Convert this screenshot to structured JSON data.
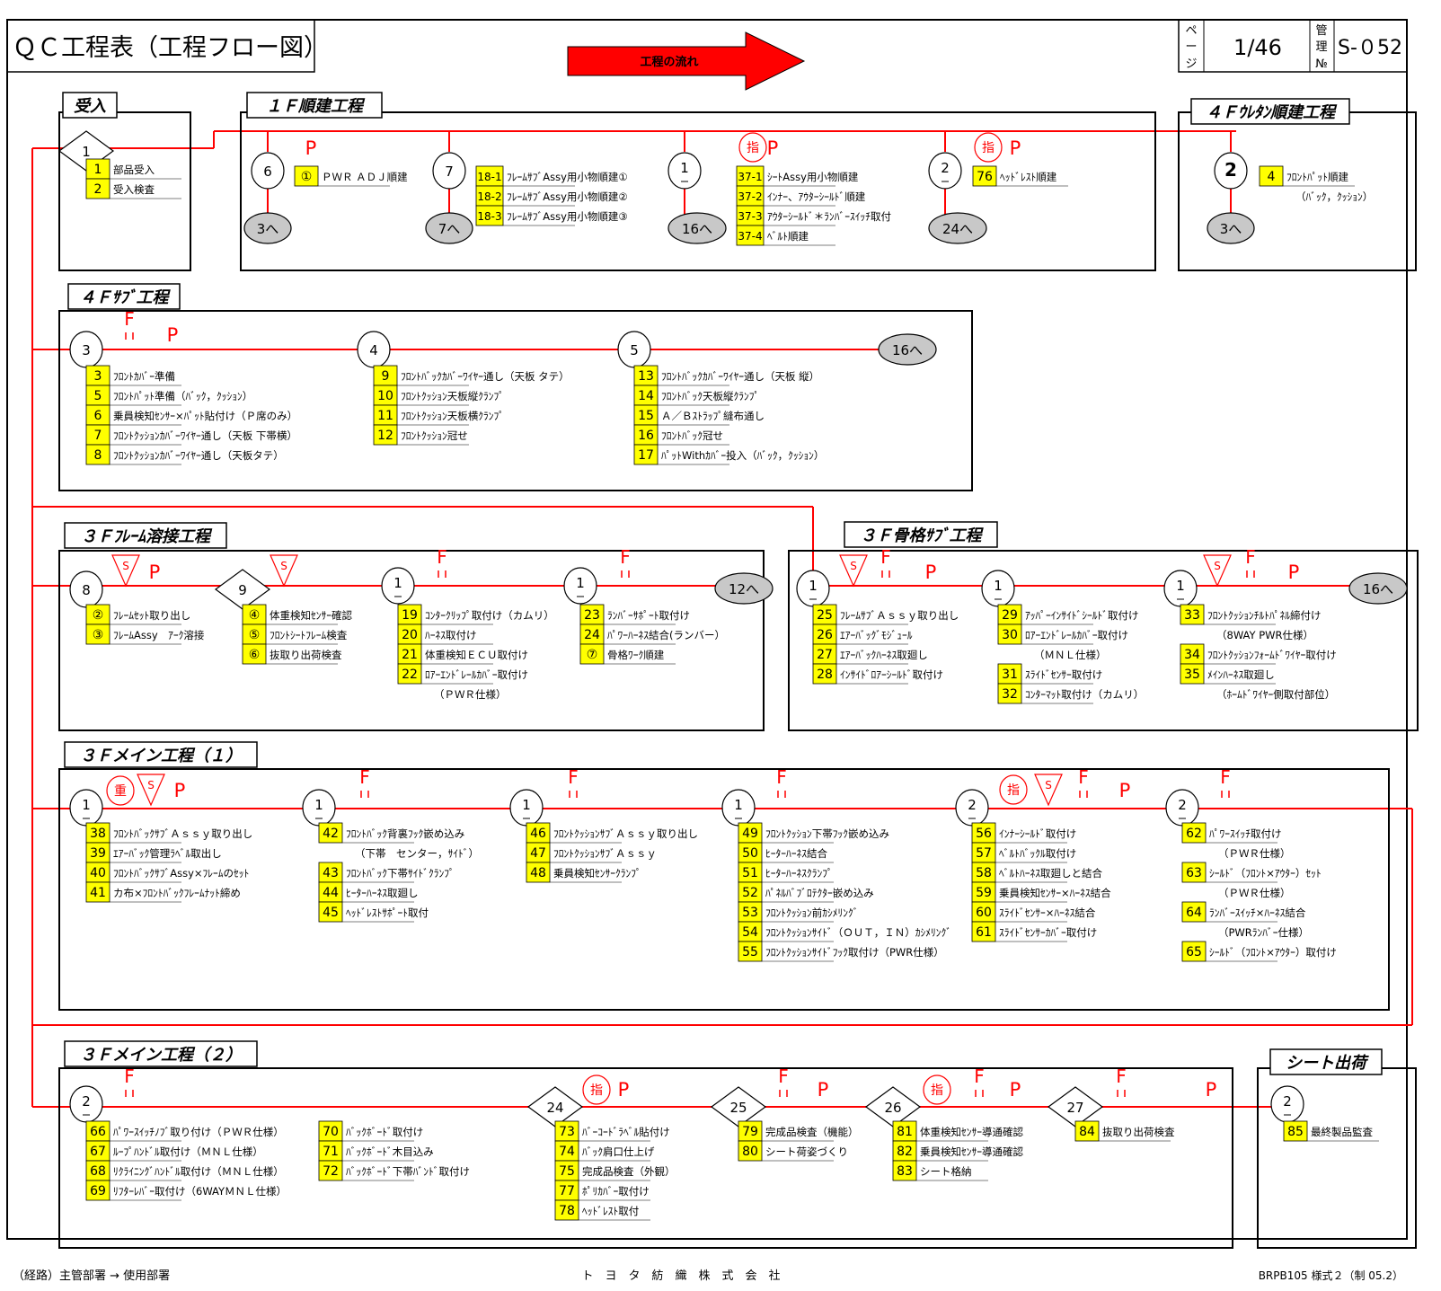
{
  "header": {
    "title": "ＱＣ工程表（工程フロー図）",
    "flow_label": "工程の流れ",
    "page_label": [
      "ペ",
      "ー",
      "ジ"
    ],
    "page_value": "1/46",
    "control_label": [
      "管",
      "理",
      "№"
    ],
    "control_value": "S-０52"
  },
  "colors": {
    "line": "#ff0000",
    "highlight": "#ffff00",
    "terminal": "#c8c8c8",
    "frame": "#000000"
  },
  "boxes": [
    {
      "id": "ukeire",
      "label": "受入"
    },
    {
      "id": "f1",
      "label": "１Ｆ順建工程"
    },
    {
      "id": "urethane",
      "label": "４Ｆｳﾚﾀﾝ順建工程"
    },
    {
      "id": "sub4",
      "label": "４Ｆｻﾌﾞ工程"
    },
    {
      "id": "frame3",
      "label": "３Ｆﾌﾚｰﾑ溶接工程"
    },
    {
      "id": "skel3",
      "label": "３Ｆ骨格ｻﾌﾞ工程"
    },
    {
      "id": "main1",
      "label": "３Ｆメイン工程（１）"
    },
    {
      "id": "main2",
      "label": "３Ｆメイン工程（２）"
    },
    {
      "id": "ship",
      "label": "シート出荷"
    }
  ],
  "nodes": [
    {
      "id": "n-uke",
      "shape": "diamond",
      "label": "1"
    },
    {
      "id": "n-6",
      "shape": "circle",
      "label": "6"
    },
    {
      "id": "n-7",
      "shape": "circle",
      "label": "7"
    },
    {
      "id": "n-1a",
      "shape": "circle",
      "label": "1",
      "dash": true
    },
    {
      "id": "n-2a",
      "shape": "circle",
      "label": "2",
      "dash": true
    },
    {
      "id": "n-2u",
      "shape": "circle",
      "label": "2",
      "bold": true
    },
    {
      "id": "n-s3",
      "shape": "circle",
      "label": "3"
    },
    {
      "id": "n-s4",
      "shape": "circle",
      "label": "4"
    },
    {
      "id": "n-s5",
      "shape": "circle",
      "label": "5"
    },
    {
      "id": "n-w8",
      "shape": "circle",
      "label": "8"
    },
    {
      "id": "n-w9",
      "shape": "diamond",
      "label": "9"
    },
    {
      "id": "n-w1a",
      "shape": "circle",
      "label": "1",
      "dash": true
    },
    {
      "id": "n-w1b",
      "shape": "circle",
      "label": "1",
      "dash": true
    },
    {
      "id": "n-k1a",
      "shape": "circle",
      "label": "1",
      "dash": true
    },
    {
      "id": "n-k1b",
      "shape": "circle",
      "label": "1",
      "dash": true
    },
    {
      "id": "n-k1c",
      "shape": "circle",
      "label": "1",
      "dash": true
    },
    {
      "id": "n-m1a",
      "shape": "circle",
      "label": "1",
      "dash": true
    },
    {
      "id": "n-m1b",
      "shape": "circle",
      "label": "1",
      "dash": true
    },
    {
      "id": "n-m1c",
      "shape": "circle",
      "label": "1",
      "dash": true
    },
    {
      "id": "n-m1d",
      "shape": "circle",
      "label": "1",
      "dash": true
    },
    {
      "id": "n-m2a",
      "shape": "circle",
      "label": "2",
      "dash": true
    },
    {
      "id": "n-m2b",
      "shape": "circle",
      "label": "2",
      "dash": true
    },
    {
      "id": "n-r2",
      "shape": "circle",
      "label": "2",
      "dash": true
    },
    {
      "id": "n-r24",
      "shape": "diamond",
      "label": "24"
    },
    {
      "id": "n-r25",
      "shape": "diamond",
      "label": "25"
    },
    {
      "id": "n-r26",
      "shape": "diamond",
      "label": "26"
    },
    {
      "id": "n-r27",
      "shape": "diamond",
      "label": "27"
    },
    {
      "id": "n-sh2",
      "shape": "circle",
      "label": "2",
      "dash": true
    }
  ],
  "terminals": [
    {
      "id": "t-3a",
      "label": "3へ"
    },
    {
      "id": "t-7",
      "label": "7へ"
    },
    {
      "id": "t-16a",
      "label": "16へ"
    },
    {
      "id": "t-24",
      "label": "24へ"
    },
    {
      "id": "t-3b",
      "label": "3へ"
    },
    {
      "id": "t-16b",
      "label": "16へ"
    },
    {
      "id": "t-12",
      "label": "12へ"
    },
    {
      "id": "t-16c",
      "label": "16へ"
    }
  ],
  "marks": [
    {
      "id": "p1",
      "type": "P"
    },
    {
      "id": "p2",
      "type": "P"
    },
    {
      "id": "p3",
      "type": "P"
    },
    {
      "id": "p4",
      "type": "P"
    },
    {
      "id": "p5",
      "type": "P"
    },
    {
      "id": "p6",
      "type": "P"
    },
    {
      "id": "p7",
      "type": "P"
    },
    {
      "id": "p8",
      "type": "P"
    },
    {
      "id": "p9",
      "type": "P"
    },
    {
      "id": "p10",
      "type": "P"
    },
    {
      "id": "p11",
      "type": "P"
    },
    {
      "id": "p12",
      "type": "P"
    },
    {
      "id": "p13",
      "type": "P"
    },
    {
      "id": "p14",
      "type": "P"
    },
    {
      "id": "f1",
      "type": "F"
    },
    {
      "id": "f2",
      "type": "F"
    },
    {
      "id": "f3",
      "type": "F"
    },
    {
      "id": "f4",
      "type": "F"
    },
    {
      "id": "f5",
      "type": "F"
    },
    {
      "id": "f6",
      "type": "F"
    },
    {
      "id": "f7",
      "type": "F"
    },
    {
      "id": "f8",
      "type": "F"
    },
    {
      "id": "f9",
      "type": "F"
    },
    {
      "id": "f10",
      "type": "F"
    },
    {
      "id": "f11",
      "type": "F"
    },
    {
      "id": "f12",
      "type": "F"
    },
    {
      "id": "f13",
      "type": "F"
    },
    {
      "id": "f14",
      "type": "F"
    },
    {
      "id": "f15",
      "type": "F"
    },
    {
      "id": "f16",
      "type": "F"
    },
    {
      "id": "s1",
      "type": "S"
    },
    {
      "id": "s2",
      "type": "S"
    },
    {
      "id": "s3",
      "type": "S"
    },
    {
      "id": "s4",
      "type": "S"
    },
    {
      "id": "s5",
      "type": "S"
    },
    {
      "id": "s6",
      "type": "S"
    },
    {
      "id": "s7",
      "type": "S"
    },
    {
      "id": "shi1",
      "type": "circle",
      "label": "指"
    },
    {
      "id": "shi2",
      "type": "circle",
      "label": "指"
    },
    {
      "id": "shi3",
      "type": "circle",
      "label": "指"
    },
    {
      "id": "shi4",
      "type": "circle",
      "label": "指"
    },
    {
      "id": "shi5",
      "type": "circle",
      "label": "指"
    },
    {
      "id": "ju1",
      "type": "circle",
      "label": "重"
    }
  ],
  "step_groups": [
    {
      "id": "g-uke",
      "items": [
        [
          "1",
          "部品受入"
        ],
        [
          "2",
          "受入検査"
        ]
      ]
    },
    {
      "id": "g-f1a",
      "items": [
        [
          "①",
          "ＰＷＲ ＡＤＪ順建"
        ]
      ]
    },
    {
      "id": "g-f1b",
      "items": [
        [
          "18-1",
          "ﾌﾚｰﾑｻﾌﾞAssy用小物順建①"
        ],
        [
          "18-2",
          "ﾌﾚｰﾑｻﾌﾞAssy用小物順建②"
        ],
        [
          "18-3",
          "ﾌﾚｰﾑｻﾌﾞAssy用小物順建③"
        ]
      ]
    },
    {
      "id": "g-f1c",
      "items": [
        [
          "37-1",
          "ｼｰﾄAssy用小物順建"
        ],
        [
          "37-2",
          "ｲﾝﾅｰ、ｱｳﾀｰｼｰﾙﾄﾞ順建"
        ],
        [
          "37-3",
          "ｱｳﾀｰｼｰﾙﾄﾞ＊ﾗﾝﾊﾞｰｽｲｯﾁ取付"
        ],
        [
          "37-4",
          "ﾍﾞﾙﾄ順建"
        ]
      ]
    },
    {
      "id": "g-f1d",
      "items": [
        [
          "76",
          "ﾍｯﾄﾞﾚｽﾄ順建"
        ]
      ]
    },
    {
      "id": "g-ure",
      "items": [
        [
          "4",
          "ﾌﾛﾝﾄﾊﾟｯﾄ順建"
        ],
        [
          "",
          "（ﾊﾞｯｸ，ｸｯｼｮﾝ）"
        ]
      ]
    },
    {
      "id": "g-s4a",
      "items": [
        [
          "3",
          "ﾌﾛﾝﾄｶﾊﾞｰ準備"
        ],
        [
          "5",
          "ﾌﾛﾝﾄﾊﾟｯﾄ準備（ﾊﾞｯｸ，ｸｯｼｮﾝ）"
        ],
        [
          "6",
          "乗員検知ｾﾝｻｰ×ﾊﾟｯﾄ貼付け（Ｐ席のみ）"
        ],
        [
          "7",
          "ﾌﾛﾝﾄｸｯｼｮﾝｶﾊﾞｰﾜｲﾔｰ通し（天板 下帯横）"
        ],
        [
          "8",
          "ﾌﾛﾝﾄｸｯｼｮﾝｶﾊﾞｰﾜｲﾔｰ通し（天板タテ）"
        ]
      ]
    },
    {
      "id": "g-s4b",
      "items": [
        [
          "9",
          "ﾌﾛﾝﾄﾊﾞｯｸｶﾊﾞｰﾜｲﾔｰ通し（天板 タテ）"
        ],
        [
          "10",
          "ﾌﾛﾝﾄｸｯｼｮﾝ天板縦ｸﾗﾝﾌﾟ"
        ],
        [
          "11",
          "ﾌﾛﾝﾄｸｯｼｮﾝ天板横ｸﾗﾝﾌﾟ"
        ],
        [
          "12",
          "ﾌﾛﾝﾄｸｯｼｮﾝ冠せ"
        ]
      ]
    },
    {
      "id": "g-s4c",
      "items": [
        [
          "13",
          "ﾌﾛﾝﾄﾊﾞｯｸｶﾊﾞｰﾜｲﾔｰ通し（天板 縦）"
        ],
        [
          "14",
          "ﾌﾛﾝﾄﾊﾞｯｸ天板縦ｸﾗﾝﾌﾟ"
        ],
        [
          "15",
          "Ａ／Ｂｽﾄﾗｯﾌﾟ縫布通し"
        ],
        [
          "16",
          "ﾌﾛﾝﾄﾊﾞｯｸ冠せ"
        ],
        [
          "17",
          "ﾊﾟｯﾄWithｶﾊﾞｰ投入（ﾊﾞｯｸ，ｸｯｼｮﾝ）"
        ]
      ]
    },
    {
      "id": "g-w1",
      "items": [
        [
          "②",
          "ﾌﾚｰﾑｾｯﾄ取り出し"
        ],
        [
          "③",
          "ﾌﾚｰﾑAssy　ｱｰｸ溶接"
        ]
      ]
    },
    {
      "id": "g-w2",
      "items": [
        [
          "④",
          "体重検知ｾﾝｻｰ確認"
        ],
        [
          "⑤",
          "ﾌﾛﾝﾄｼｰﾄﾌﾚｰﾑ検査"
        ],
        [
          "⑥",
          "抜取り出荷検査"
        ]
      ]
    },
    {
      "id": "g-w3",
      "items": [
        [
          "19",
          "ｺﾝﾀｰｸﾘｯﾌﾟ取付け（カムリ）"
        ],
        [
          "20",
          "ﾊｰﾈｽ取付け"
        ],
        [
          "21",
          "体重検知ＥＣＵ取付け"
        ],
        [
          "22",
          "ﾛｱｰｴﾝﾄﾞﾚｰﾙｶﾊﾞｰ取付け"
        ],
        [
          "",
          "（ＰＷＲ仕様）"
        ]
      ]
    },
    {
      "id": "g-w4",
      "items": [
        [
          "23",
          "ﾗﾝﾊﾞｰｻﾎﾟｰﾄ取付け"
        ],
        [
          "24",
          "ﾊﾟﾜｰﾊｰﾈｽ結合(ランバー）"
        ],
        [
          "⑦",
          "骨格ﾜｰｸ順建"
        ]
      ]
    },
    {
      "id": "g-k1",
      "items": [
        [
          "25",
          "ﾌﾚｰﾑｻﾌﾞＡｓｓｙ取り出し"
        ],
        [
          "26",
          "ｴｱｰﾊﾞｯｸﾞﾓｼﾞｭｰﾙ"
        ],
        [
          "27",
          "ｴｱｰﾊﾞｯｸﾊｰﾈｽ取廻し"
        ],
        [
          "28",
          "ｲﾝｻｲﾄﾞﾛｱｰｼｰﾙﾄﾞ取付け"
        ]
      ]
    },
    {
      "id": "g-k2",
      "items": [
        [
          "29",
          "ｱｯﾊﾟｰｲﾝｻｲﾄﾞｼｰﾙﾄﾞ取付け"
        ],
        [
          "30",
          "ﾛｱｰｴﾝﾄﾞﾚｰﾙｶﾊﾞｰ取付け"
        ],
        [
          "",
          "（ＭＮＬ仕様）"
        ],
        [
          "31",
          "ｽﾗｲﾄﾞｾﾝｻｰ取付け"
        ],
        [
          "32",
          "ｺﾝﾀｰﾏｯﾄ取付け（カムリ）"
        ]
      ]
    },
    {
      "id": "g-k3",
      "items": [
        [
          "33",
          "ﾌﾛﾝﾄｸｯｼｮﾝﾁﾙﾄﾊﾟﾈﾙ締付け"
        ],
        [
          "",
          "（8WAY PWR仕様）"
        ],
        [
          "34",
          "ﾌﾛﾝﾄｸｯｼｮﾝﾌｫｰﾑﾄﾞﾜｲﾔｰ取付け"
        ],
        [
          "35",
          "ﾒｲﾝﾊｰﾈｽ取廻し"
        ],
        [
          "",
          "（ﾎｰﾑﾄﾞﾜｲﾔｰ側取付部位）"
        ]
      ]
    },
    {
      "id": "g-m1",
      "items": [
        [
          "38",
          "ﾌﾛﾝﾄﾊﾞｯｸｻﾌﾞＡｓｓｙ取り出し"
        ],
        [
          "39",
          "ｴｱｰﾊﾞｯｸ管理ﾗﾍﾞﾙ取出し"
        ],
        [
          "40",
          "ﾌﾛﾝﾄﾊﾞｯｸｻﾌﾞAssy×ﾌﾚｰﾑのｾｯﾄ"
        ],
        [
          "41",
          "カ布×ﾌﾛﾝﾄﾊﾞｯｸﾌﾚｰﾑﾅｯﾄ締め"
        ]
      ]
    },
    {
      "id": "g-m2",
      "items": [
        [
          "42",
          "ﾌﾛﾝﾄﾊﾞｯｸ背裏ﾌｯｸ嵌め込み"
        ],
        [
          "",
          "（下帯　センター，ｻｲﾄﾞ）"
        ],
        [
          "43",
          "ﾌﾛﾝﾄﾊﾞｯｸ下帯ｻｲﾄﾞｸﾗﾝﾌﾟ"
        ],
        [
          "44",
          "ﾋｰﾀｰﾊｰﾈｽ取廻し"
        ],
        [
          "45",
          "ﾍｯﾄﾞﾚｽﾄｻﾎﾟｰﾄ取付"
        ]
      ]
    },
    {
      "id": "g-m3",
      "items": [
        [
          "46",
          "ﾌﾛﾝﾄｸｯｼｮﾝｻﾌﾞＡｓｓｙ取り出し"
        ],
        [
          "47",
          "ﾌﾛﾝﾄｸｯｼｮﾝｻﾌﾞＡｓｓｙ"
        ],
        [
          "48",
          "乗員検知ｾﾝｻｰｸﾗﾝﾌﾟ"
        ]
      ]
    },
    {
      "id": "g-m4",
      "items": [
        [
          "49",
          "ﾌﾛﾝﾄｸｯｼｮﾝ下帯ﾌｯｸ嵌め込み"
        ],
        [
          "50",
          "ﾋｰﾀｰﾊｰﾈｽ結合"
        ],
        [
          "51",
          "ﾋｰﾀｰﾊｰﾈｽｸﾗﾝﾌﾟ"
        ],
        [
          "52",
          "ﾊﾟﾈﾙﾊﾞﾌﾞﾛﾃｸﾀｰ嵌め込み"
        ],
        [
          "53",
          "ﾌﾛﾝﾄｸｯｼｮﾝ前ｶｼﾒﾘﾝｸﾞ"
        ],
        [
          "54",
          "ﾌﾛﾝﾄｸｯｼｮﾝｻｲﾄﾞ（ＯＵＴ，ＩＮ）ｶｼﾒﾘﾝｸﾞ"
        ],
        [
          "55",
          "ﾌﾛﾝﾄｸｯｼｮﾝｻｲﾄﾞﾌｯｸ取付け（PWR仕様）"
        ]
      ]
    },
    {
      "id": "g-m5",
      "items": [
        [
          "56",
          "ｲﾝﾅｰｼｰﾙﾄﾞ取付け"
        ],
        [
          "57",
          "ﾍﾞﾙﾄﾊﾞｯｸﾙ取付け"
        ],
        [
          "58",
          "ﾍﾞﾙﾄﾊｰﾈｽ取廻しと結合"
        ],
        [
          "59",
          "乗員検知ｾﾝｻｰ×ﾊｰﾈｽ結合"
        ],
        [
          "60",
          "ｽﾗｲﾄﾞｾﾝｻｰ×ﾊｰﾈｽ結合"
        ],
        [
          "61",
          "ｽﾗｲﾄﾞｾﾝｻｰｶﾊﾞｰ取付け"
        ]
      ]
    },
    {
      "id": "g-m6",
      "items": [
        [
          "62",
          "ﾊﾟﾜｰｽｲｯﾁ取付け"
        ],
        [
          "",
          "（ＰＷＲ仕様）"
        ],
        [
          "63",
          "ｼｰﾙﾄﾞ（ﾌﾛﾝﾄ×ｱｳﾀｰ）ｾｯﾄ"
        ],
        [
          "",
          "（ＰＷＲ仕様）"
        ],
        [
          "64",
          "ﾗﾝﾊﾞｰｽｲｯﾁ×ﾊｰﾈｽ結合"
        ],
        [
          "",
          "（PWRﾗﾝﾊﾞｰ仕様）"
        ],
        [
          "65",
          "ｼｰﾙﾄﾞ（ﾌﾛﾝﾄ×ｱｳﾀｰ）取付け"
        ]
      ]
    },
    {
      "id": "g-r1",
      "items": [
        [
          "66",
          "ﾊﾟﾜｰｽｲｯﾁﾉﾌﾞ取り付け（ＰＷＲ仕様）"
        ],
        [
          "67",
          "ﾙｰﾌﾟﾊﾝﾄﾞﾙ取付け（ＭＮＬ仕様）"
        ],
        [
          "68",
          "ﾘｸﾗｲﾆﾝｸﾞﾊﾝﾄﾞﾙ取付け（ＭＮＬ仕様）"
        ],
        [
          "69",
          "ﾘﾌﾀｰﾚﾊﾞｰ取付け（6WAYＭＮＬ仕様）"
        ]
      ]
    },
    {
      "id": "g-r2",
      "items": [
        [
          "70",
          "ﾊﾞｯｸﾎﾞｰﾄﾞ取付け"
        ],
        [
          "71",
          "ﾊﾞｯｸﾎﾞｰﾄﾞ木目込み"
        ],
        [
          "72",
          "ﾊﾞｯｸﾎﾞｰﾄﾞ下帯ﾊﾞﾝﾄﾞ取付け"
        ]
      ]
    },
    {
      "id": "g-r3",
      "items": [
        [
          "73",
          "ﾊﾞｰｺｰﾄﾞﾗﾍﾞﾙ貼付け"
        ],
        [
          "74",
          "ﾊﾞｯｸ肩口仕上げ"
        ],
        [
          "75",
          "完成品検査（外観）"
        ],
        [
          "77",
          "ﾎﾟﾘｶﾊﾞｰ取付け"
        ],
        [
          "78",
          "ﾍｯﾄﾞﾚｽﾄ取付"
        ]
      ]
    },
    {
      "id": "g-r4",
      "items": [
        [
          "79",
          "完成品検査（機能）"
        ],
        [
          "80",
          "シート荷姿づくり"
        ]
      ]
    },
    {
      "id": "g-r5",
      "items": [
        [
          "81",
          "体重検知ｾﾝｻｰ導通確認"
        ],
        [
          "82",
          "乗員検知ｾﾝｻｰ導通確認"
        ],
        [
          "83",
          "シート格納"
        ]
      ]
    },
    {
      "id": "g-r6",
      "items": [
        [
          "84",
          "抜取り出荷検査"
        ]
      ]
    },
    {
      "id": "g-sh",
      "items": [
        [
          "85",
          "最終製品監査"
        ]
      ]
    }
  ],
  "footer": {
    "route": "（経路）主管部署 → 使用部署",
    "company": "ト　ヨ　タ　紡　織　株　式　会　社",
    "form": "BRPB105 様式２（制 05.2）"
  }
}
